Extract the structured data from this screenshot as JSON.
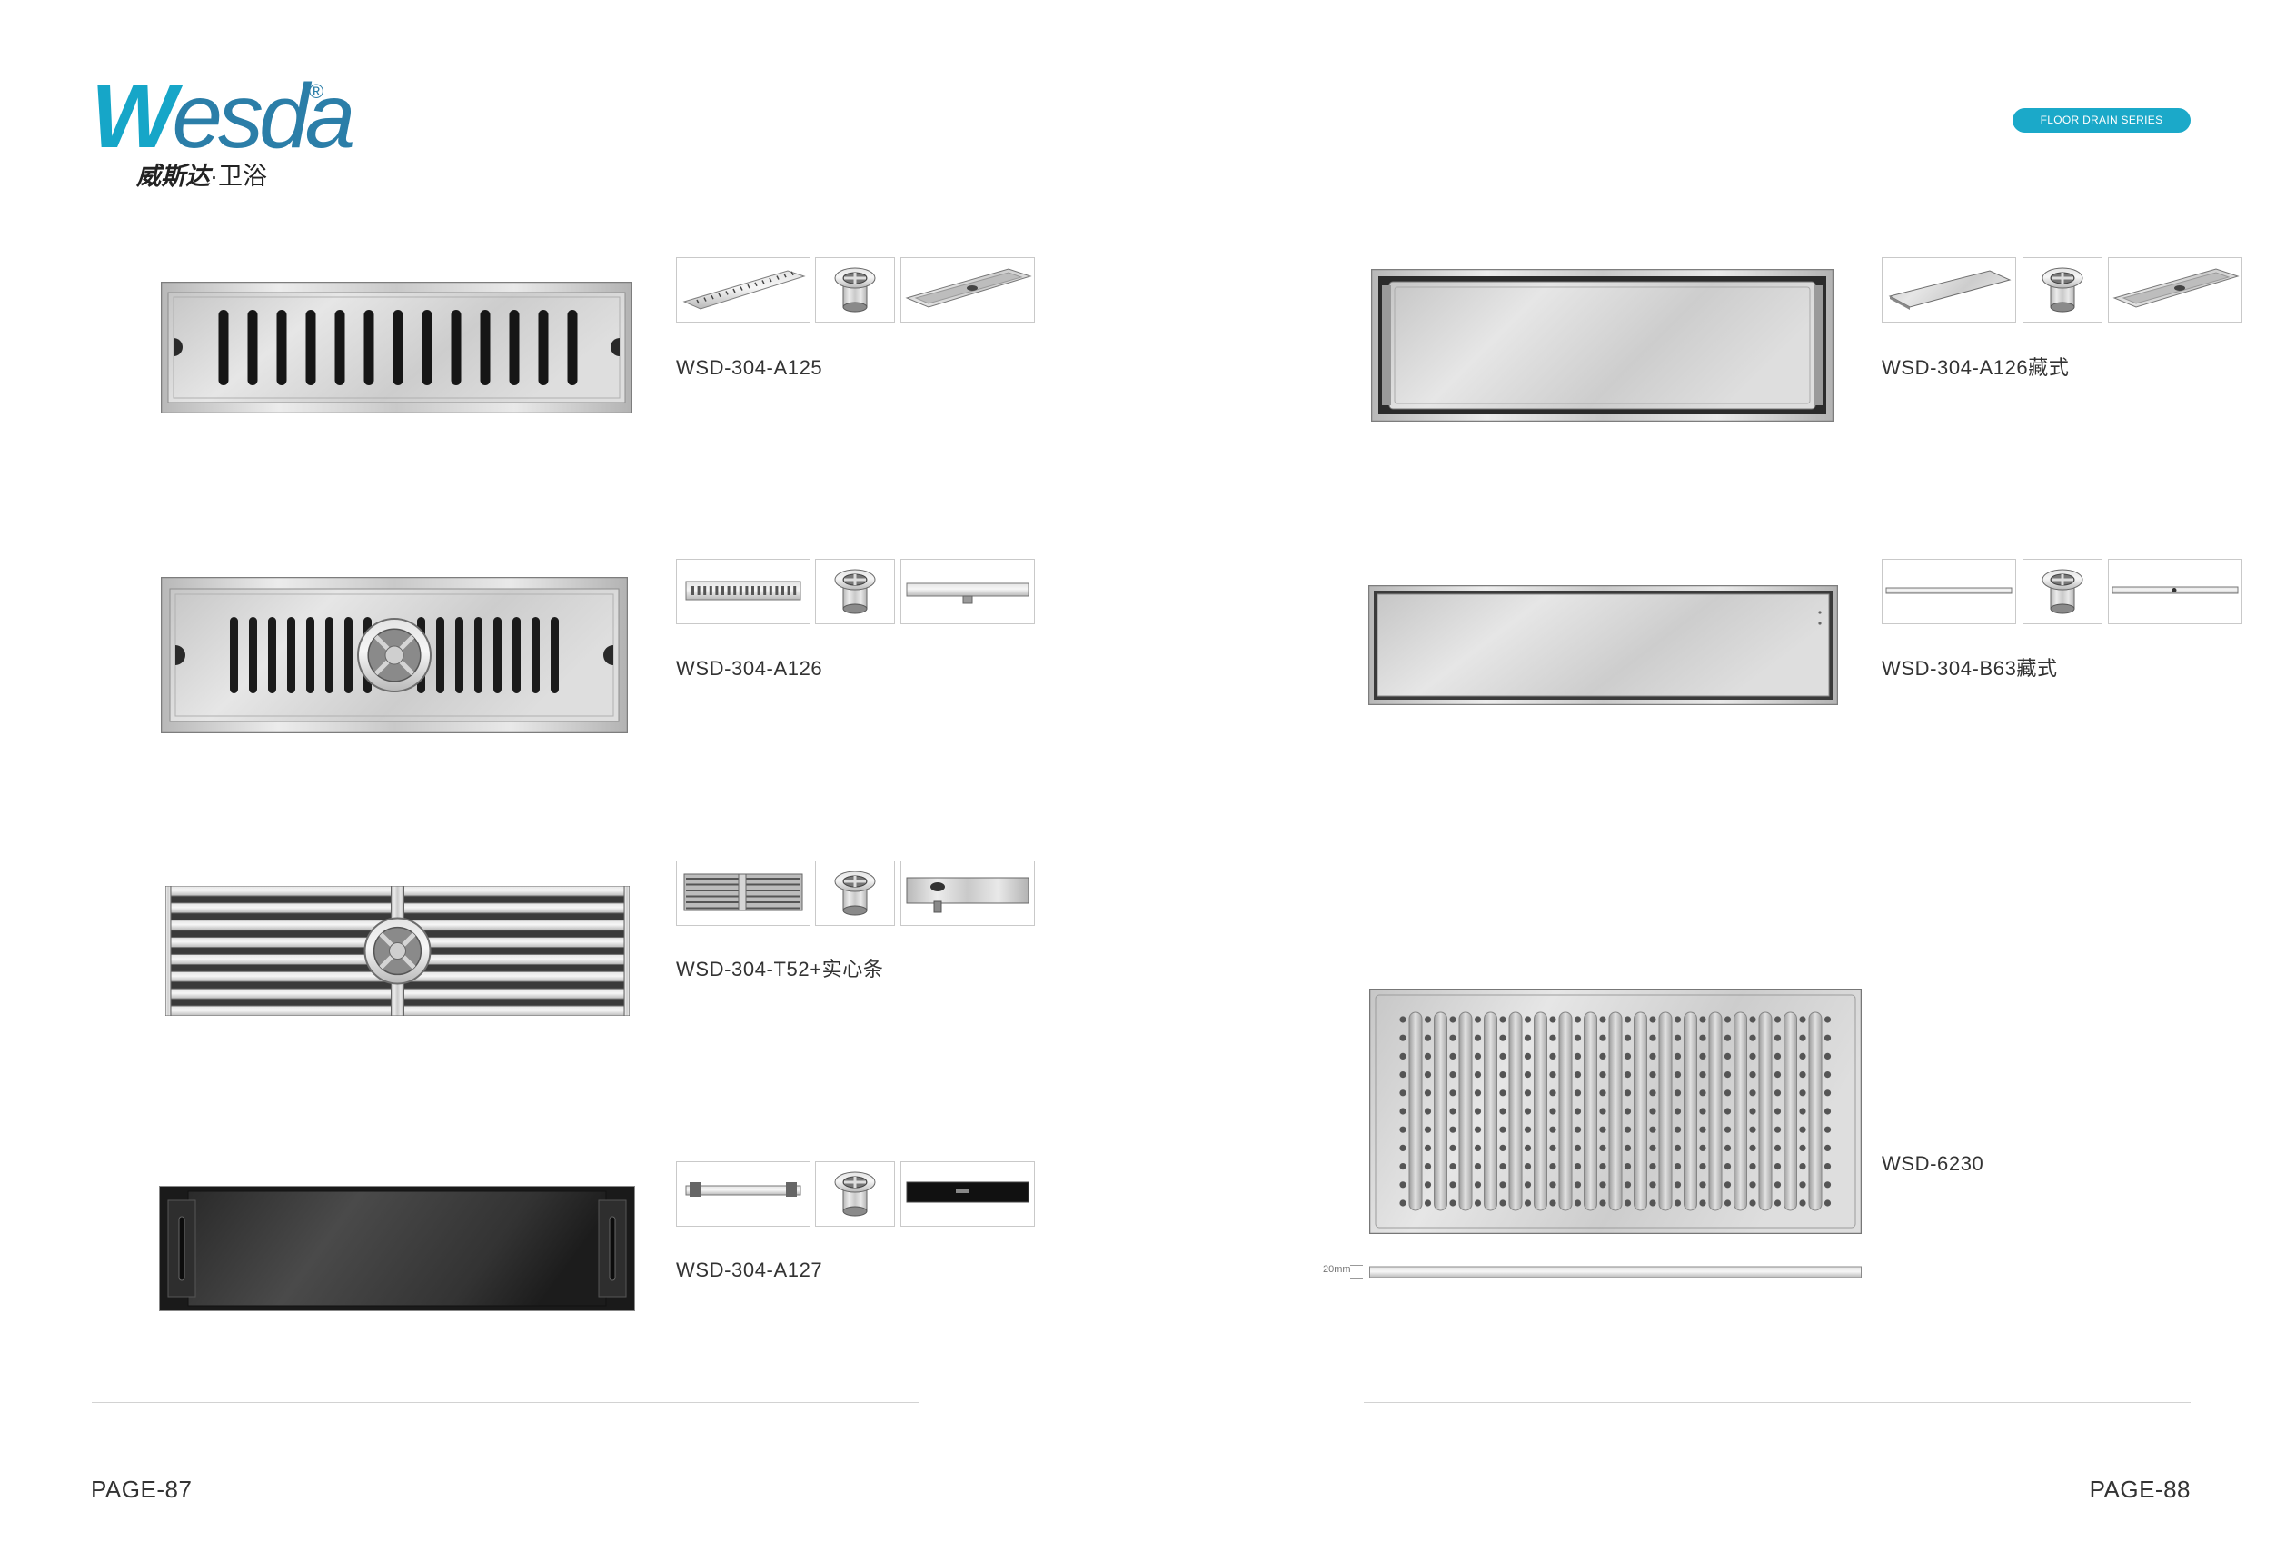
{
  "logo": {
    "brand_initial": "W",
    "brand_rest": "esda",
    "registered": "®",
    "cn_name": "威斯达",
    "cn_suffix": "·卫浴"
  },
  "series_badge": "FLOOR DRAIN SERIES",
  "left_page": {
    "products": [
      {
        "model": "WSD-304-A125"
      },
      {
        "model": "WSD-304-A126"
      },
      {
        "model": "WSD-304-T52+实心条"
      },
      {
        "model": "WSD-304-A127"
      }
    ],
    "page_number": "PAGE-87"
  },
  "right_page": {
    "products": [
      {
        "model": "WSD-304-A126藏式"
      },
      {
        "model": "WSD-304-B63藏式"
      },
      {
        "model": "WSD-6230",
        "thickness_label": "20mm"
      }
    ],
    "page_number": "PAGE-88"
  },
  "colors": {
    "accent": "#1ba9c9",
    "text": "#333333"
  }
}
